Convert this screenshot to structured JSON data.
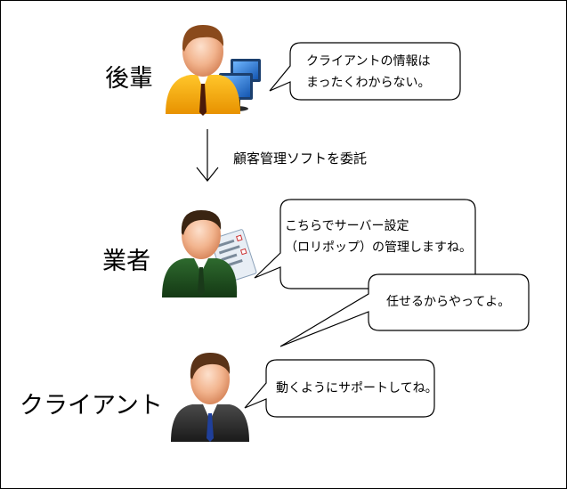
{
  "roles": {
    "junior": "後輩",
    "vendor": "業者",
    "client": "クライアント"
  },
  "arrow_label": "顧客管理ソフトを委託",
  "bubbles": {
    "junior": [
      "クライアントの情報は",
      "まったくわからない。"
    ],
    "vendor": [
      "こちらでサーバー設定",
      "（ロリポップ）の管理しますね。"
    ],
    "vendor_reply": [
      "任せるからやってよ。"
    ],
    "client": [
      "動くようにサポートしてね。"
    ]
  },
  "colors": {
    "junior_shirt": "#f5a800",
    "vendor_suit": "#1f4a1f",
    "client_suit": "#2b2b2b",
    "skin": "#f2b48e",
    "hair": "#8a4a1c",
    "monitor": "#2c7bd6"
  }
}
